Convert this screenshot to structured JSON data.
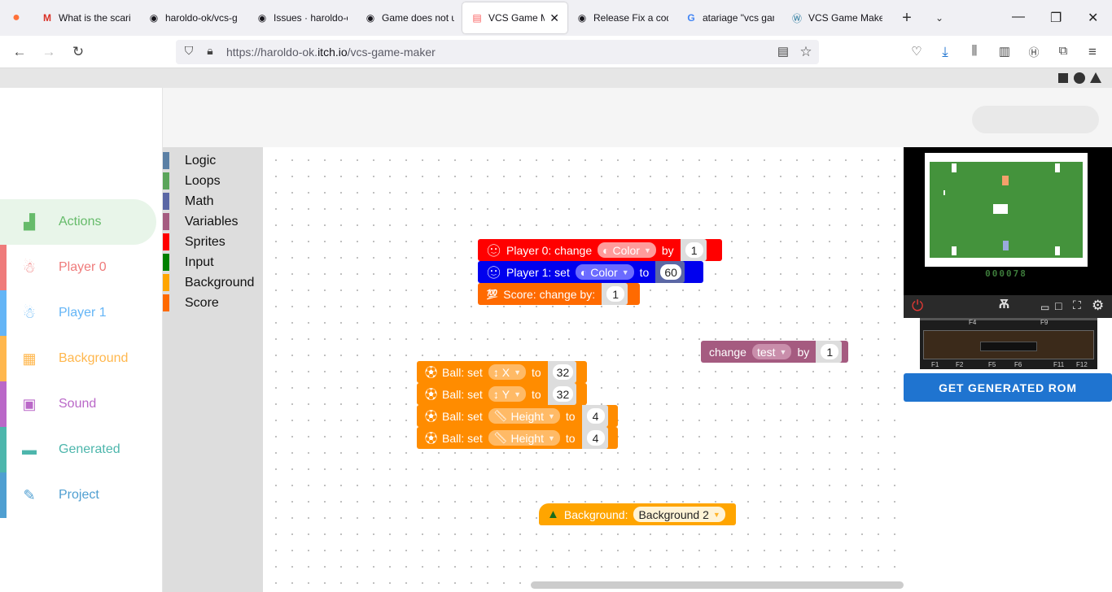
{
  "browser": {
    "tabs": [
      {
        "title": "What is the scarie",
        "icon": "gmail-icon"
      },
      {
        "title": "haroldo-ok/vcs-g",
        "icon": "github-icon"
      },
      {
        "title": "Issues · haroldo-c",
        "icon": "github-icon"
      },
      {
        "title": "Game does not u",
        "icon": "github-icon"
      },
      {
        "title": "VCS Game Ma",
        "icon": "itch-icon",
        "active": true
      },
      {
        "title": "Release Fix a cod",
        "icon": "github-icon"
      },
      {
        "title": "atariage \"vcs gan",
        "icon": "google-icon"
      },
      {
        "title": "VCS Game Maker",
        "icon": "wordpress-icon"
      }
    ],
    "url_prefix": "https://haroldo-ok.",
    "url_domain": "itch.io",
    "url_path": "/vcs-game-maker"
  },
  "nav": {
    "items": [
      {
        "label": "Actions",
        "icon": "chart-icon",
        "color": "#66bb6a"
      },
      {
        "label": "Player 0",
        "icon": "person-icon",
        "color": "#ef7b7b"
      },
      {
        "label": "Player 1",
        "icon": "person-icon",
        "color": "#64b5f6"
      },
      {
        "label": "Background",
        "icon": "map-icon",
        "color": "#ffb74d"
      },
      {
        "label": "Sound",
        "icon": "speaker-icon",
        "color": "#ba68c8"
      },
      {
        "label": "Generated",
        "icon": "code-icon",
        "color": "#4db6ac"
      },
      {
        "label": "Project",
        "icon": "tools-icon",
        "color": "#4f9fd1"
      }
    ]
  },
  "toolbox": {
    "categories": [
      {
        "label": "Logic",
        "color": "#5b80a5"
      },
      {
        "label": "Loops",
        "color": "#5ba55b"
      },
      {
        "label": "Math",
        "color": "#5b67a5"
      },
      {
        "label": "Variables",
        "color": "#a55b80"
      },
      {
        "label": "Sprites",
        "color": "#ff0000"
      },
      {
        "label": "Input",
        "color": "#008000"
      },
      {
        "label": "Background",
        "color": "#ffa500"
      },
      {
        "label": "Score",
        "color": "#ff6a00"
      }
    ]
  },
  "blocks": {
    "p0": {
      "prefix": "Player 0: change",
      "field": "Color",
      "mid": "by",
      "value": "1"
    },
    "p1": {
      "prefix": "Player 1: set",
      "field": "Color",
      "mid": "to",
      "value": "60"
    },
    "score": {
      "prefix": "Score: change by:",
      "value": "1"
    },
    "var": {
      "prefix": "change",
      "field": "test",
      "mid": "by",
      "value": "1"
    },
    "ball": [
      {
        "prefix": "Ball: set",
        "field": "X",
        "mid": "to",
        "value": "32"
      },
      {
        "prefix": "Ball: set",
        "field": "Y",
        "mid": "to",
        "value": "32"
      },
      {
        "prefix": "Ball: set",
        "field": "Height",
        "mid": "to",
        "value": "4"
      },
      {
        "prefix": "Ball: set",
        "field": "Height",
        "mid": "to",
        "value": "4"
      }
    ],
    "bg": {
      "prefix": "Background:",
      "field": "Background 2"
    }
  },
  "emulator": {
    "score_display": "000078",
    "console_keys": {
      "f4": "F4",
      "f9": "F9",
      "f1": "F1",
      "f2": "F2",
      "f5": "F5",
      "f6": "F6",
      "f11": "F11",
      "f12": "F12"
    }
  },
  "rom_button": "GET GENERATED ROM"
}
